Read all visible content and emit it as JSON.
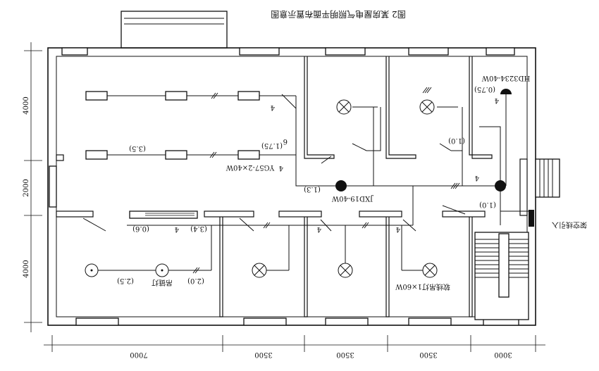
{
  "title": "图2 某房屋电气照明平面布置示意图",
  "labels": {
    "fixture_fluorescent": "YG57-2×40W",
    "fixture_pendant": "软线吊灯1×60W",
    "fixture_chain": "吊链灯",
    "board_main": "JXD19-40W",
    "board_hd": "HD3234-40W",
    "incoming": "架空线引入",
    "h_35": "(3.5)",
    "h_175": "(1.75)",
    "h_13": "(1.3)",
    "h_06": "(0.6)",
    "h_34": "(3.4)",
    "h_25": "(2.5)",
    "h_20": "(2.0)",
    "h_10a": "(1.0)",
    "h_10b": "(1.0)",
    "h_075": "(0.75)",
    "n4": "4",
    "n6": "6"
  },
  "dimensions": {
    "bottom": [
      "7000",
      "3500",
      "3500",
      "3500",
      "3000"
    ],
    "left": [
      "4000",
      "2000",
      "4000"
    ]
  }
}
